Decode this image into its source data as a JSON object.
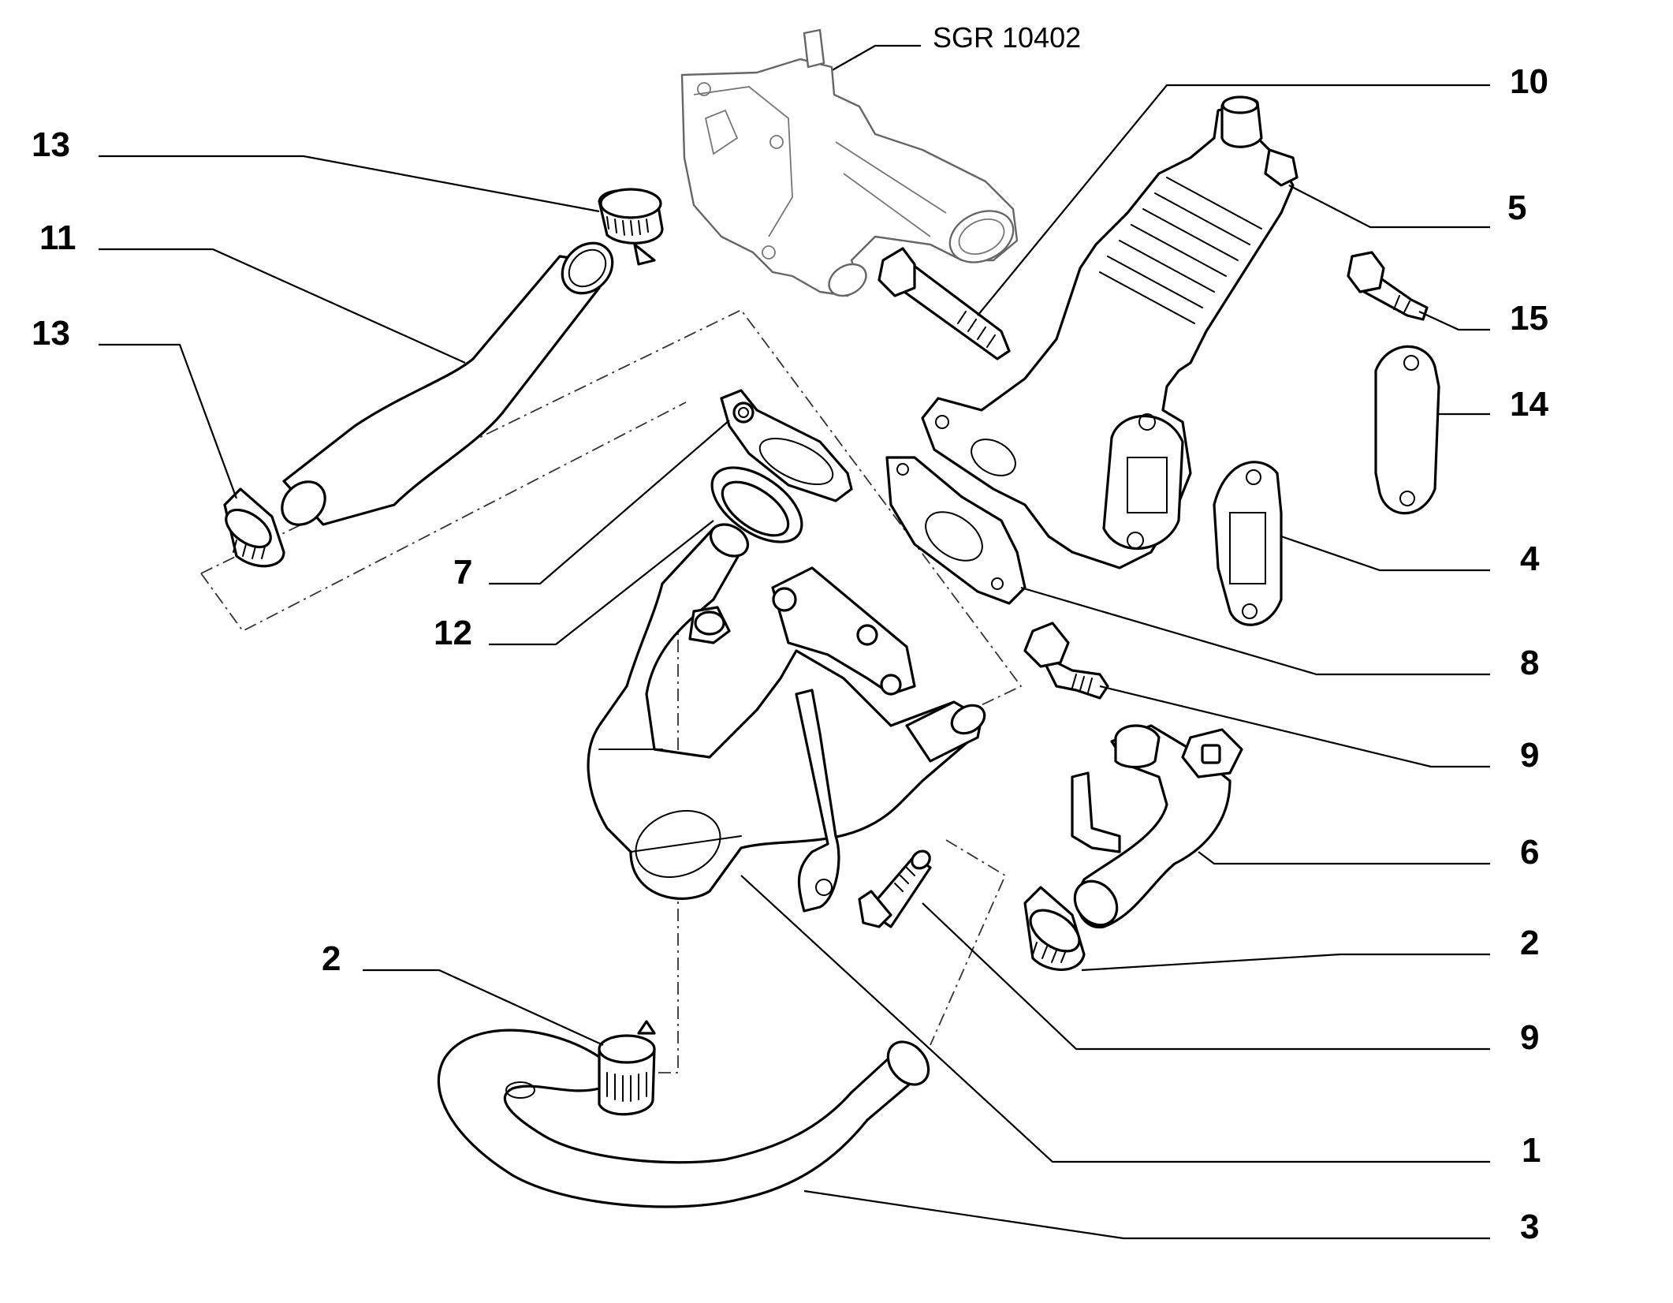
{
  "reference_code": "SGR 10402",
  "callouts": {
    "c1": "1",
    "c2a": "2",
    "c2b": "2",
    "c3": "3",
    "c4": "4",
    "c5": "5",
    "c6": "6",
    "c7": "7",
    "c8": "8",
    "c9a": "9",
    "c9b": "9",
    "c10": "10",
    "c11": "11",
    "c12": "12",
    "c13a": "13",
    "c13b": "13",
    "c14": "14",
    "c15": "15"
  }
}
